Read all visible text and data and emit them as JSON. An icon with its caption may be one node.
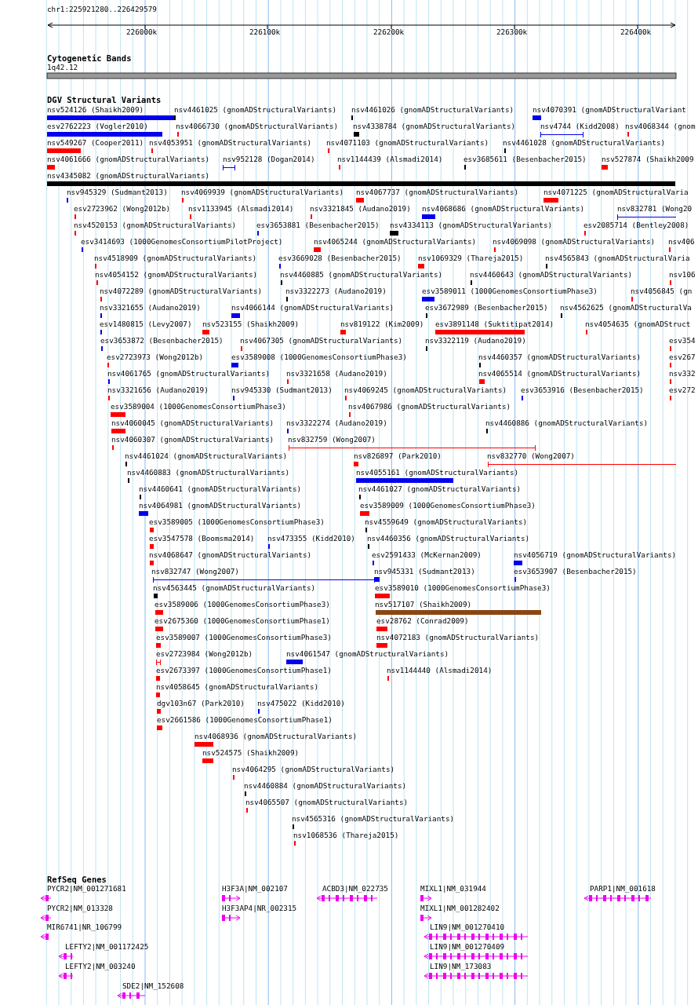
{
  "diagram": {
    "labels": [
      "chr1:225921280..226429579",
      "226000k",
      "226100k",
      "226200k",
      "226300k",
      "226400k",
      "Cytogenetic Bands",
      "1q42.12",
      "DGV Structural Variants",
      "nsv524126 (Shaikh2009)",
      "nsv4461025 (gnomADStructuralVariants)",
      "nsv4461026 (gnomADStructuralVariants)",
      "nsv4070391 (gnomADStructuralVariant",
      "esv2762223 (Vogler2010)",
      "nsv4066730 (gnomADStructuralVariants)",
      "nsv4338784 (gnomADStructuralVariants)",
      "nsv4744 (Kidd2008)",
      "nsv4068344 (gnom",
      "nsv549267 (Cooper2011)",
      "nsv4053951 (gnomADStructuralVariants)",
      "nsv4071103 (gnomADStructuralVariants)",
      "nsv4461028 (gnomADStructuralVariants)",
      "nsv4061666 (gnomADStructuralVariants)",
      "nsv952128 (Dogan2014)",
      "nsv1144439 (Alsmadi2014)",
      "esv3685611 (Besenbacher2015)",
      "nsv527874 (Shaikh2009",
      "nsv4345082 (gnomADStructuralVariants)",
      "nsv945329 (Sudmant2013)",
      "nsv4069939 (gnomADStructuralVariants)",
      "nsv4067737 (gnomADStructuralVariants)",
      "nsv4071225 (gnomADStructuralVaria",
      "esv2723962 (Wong2012b)",
      "nsv1133945 (Alsmadi2014)",
      "nsv3321845 (Audano2019)",
      "nsv4068686 (gnomADStructuralVariants)",
      "nsv832781 (Wong20",
      "nsv4520153 (gnomADStructuralVariants)",
      "esv3653881 (Besenbacher2015)",
      "nsv4334113 (gnomADStructuralVariants)",
      "esv2085714 (Bentley2008)",
      "esv3414693 (1000GenomesConsortiumPilotProject)",
      "nsv4065244 (gnomADStructuralVariants)",
      "nsv4069098 (gnomADStructuralVariants)",
      "nsv406",
      "nsv4518909 (gnomADStructuralVariants)",
      "esv3669028 (Besenbacher2015)",
      "nsv1069329 (Thareja2015)",
      "nsv4565843 (gnomADStructuralVaria",
      "nsv4054152 (gnomADStructuralVariants)",
      "nsv4460885 (gnomADStructuralVariants)",
      "nsv4460643 (gnomADStructuralVariants)",
      "nsv106",
      "nsv4072289 (gnomADStructuralVariants)",
      "nsv3322273 (Audano2019)",
      "esv3589011 (1000GenomesConsortiumPhase3)",
      "nsv4056845 (gn",
      "nsv3321655 (Audano2019)",
      "nsv4066144 (gnomADStructuralVariants)",
      "esv3672989 (Besenbacher2015)",
      "nsv4562625 (gnomADStructuralVa",
      "esv1480815 (Levy2007)",
      "nsv523155 (Shaikh2009)",
      "nsv819122 (Kim2009)",
      "esv3891148 (Suktitipat2014)",
      "nsv4054635 (gnomADStruct",
      "esv3653872 (Besenbacher2015)",
      "nsv4067305 (gnomADStructuralVariants)",
      "nsv3322119 (Audano2019)",
      "esv354",
      "esv2723973 (Wong2012b)",
      "esv3589008 (1000GenomesConsortiumPhase3)",
      "nsv4460357 (gnomADStructuralVariants)",
      "esv267",
      "nsv4061765 (gnomADStructuralVariants)",
      "nsv3321658 (Audano2019)",
      "nsv4065514 (gnomADStructuralVariants)",
      "nsv332",
      "nsv3321656 (Audano2019)",
      "nsv945330 (Sudmant2013)",
      "nsv4069245 (gnomADStructuralVariants)",
      "esv3653916 (Besenbacher2015)",
      "esv272",
      "esv3589004 (1000GenomesConsortiumPhase3)",
      "nsv4067986 (gnomADStructuralVariants)",
      "nsv4060045 (gnomADStructuralVariants)",
      "nsv3322274 (Audano2019)",
      "nsv4460886 (gnomADStructuralVariants)",
      "nsv4060307 (gnomADStructuralVariants)",
      "nsv832759 (Wong2007)",
      "nsv4461024 (gnomADStructuralVariants)",
      "nsv826897 (Park2010)",
      "nsv832770 (Wong2007)",
      "nsv4460883 (gnomADStructuralVariants)",
      "nsv4055161 (gnomADStructuralVariants)",
      "nsv4460641 (gnomADStructuralVariants)",
      "nsv4461027 (gnomADStructuralVariants)",
      "nsv4064981 (gnomADStructuralVariants)",
      "esv3589009 (1000GenomesConsortiumPhase3)",
      "esv3589005 (1000GenomesConsortiumPhase3)",
      "nsv4559649 (gnomADStructuralVariants)",
      "esv3547578 (Boomsma2014)",
      "nsv473355 (Kidd2010)",
      "nsv4460356 (gnomADStructuralVariants)",
      "nsv4068647 (gnomADStructuralVariants)",
      "esv2591433 (McKernan2009)",
      "nsv4056719 (gnomADStructuralVariants)",
      "nsv832747 (Wong2007)",
      "nsv945331 (Sudmant2013)",
      "esv3653907 (Besenbacher2015)",
      "nsv4563445 (gnomADStructuralVariants)",
      "esv3589010 (1000GenomesConsortiumPhase3)",
      "esv3589006 (1000GenomesConsortiumPhase3)",
      "nsv517107 (Shaikh2009)",
      "esv2675360 (1000GenomesConsortiumPhase1)",
      "esv28762 (Conrad2009)",
      "esv3589007 (1000GenomesConsortiumPhase3)",
      "nsv4072183 (gnomADStructuralVariants)",
      "esv2723984 (Wong2012b)",
      "nsv4061547 (gnomADStructuralVariants)",
      "esv2673397 (1000GenomesConsortiumPhase1)",
      "nsv1144440 (Alsmadi2014)",
      "nsv4058645 (gnomADStructuralVariants)",
      "dgv103n67 (Park2010)",
      "nsv475022 (Kidd2010)",
      "esv2661586 (1000GenomesConsortiumPhase1)",
      "nsv4068936 (gnomADStructuralVariants)",
      "nsv524575 (Shaikh2009)",
      "nsv4064295 (gnomADStructuralVariants)",
      "nsv4460884 (gnomADStructuralVariants)",
      "nsv4065507 (gnomADStructuralVariants)",
      "nsv4565316 (gnomADStructuralVariants)",
      "nsv1068536 (Thareja2015)",
      "RefSeq Genes",
      "PYCR2|NM_001271681",
      "PYCR2|NM_013328",
      "MIR6741|NR_106799",
      "LEFTY2|NM_001172425",
      "LEFTY2|NM_003240",
      "SDE2|NM_152608",
      "H3F3A|NM_002107",
      "H3F3AP4|NR_002315",
      "ACBD3|NM_022735",
      "MIXL1|NM_031944",
      "MIXL1|NM_001282402",
      "LIN9|NM_001270410",
      "LIN9|NM_001270409",
      "LIN9|NM_173083",
      "PARP1|NM_001618"
    ]
  }
}
